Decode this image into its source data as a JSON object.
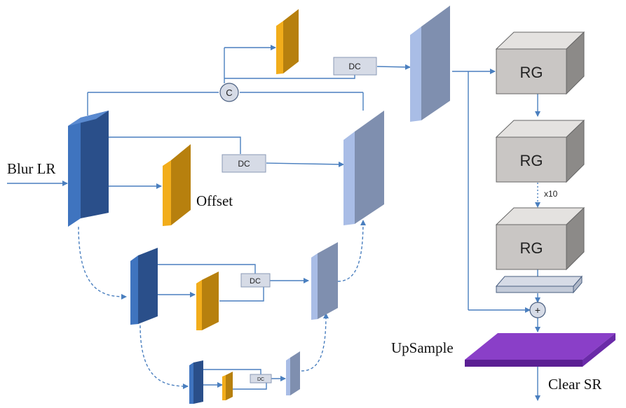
{
  "labels": {
    "input": "Blur LR",
    "offset": "Offset",
    "dc": "DC",
    "concat": "C",
    "rg": "RG",
    "repeat": "x10",
    "sum": "+",
    "upsample": "UpSample",
    "output": "Clear SR"
  },
  "colors": {
    "arrow": "#4a7fbf",
    "blue_front": "#3f74bf",
    "blue_side": "#2a4f8a",
    "orange_front": "#f2ad1b",
    "orange_side": "#b7800e",
    "light_front": "#a9bde6",
    "light_side": "#7f8faf",
    "gray_front": "#c9c6c4",
    "gray_top": "#e4e2e0",
    "gray_side": "#8c8a88",
    "dc_box": "#d6dbe6",
    "purple_top": "#8a3fc8",
    "purple_front": "#5b1f93"
  }
}
